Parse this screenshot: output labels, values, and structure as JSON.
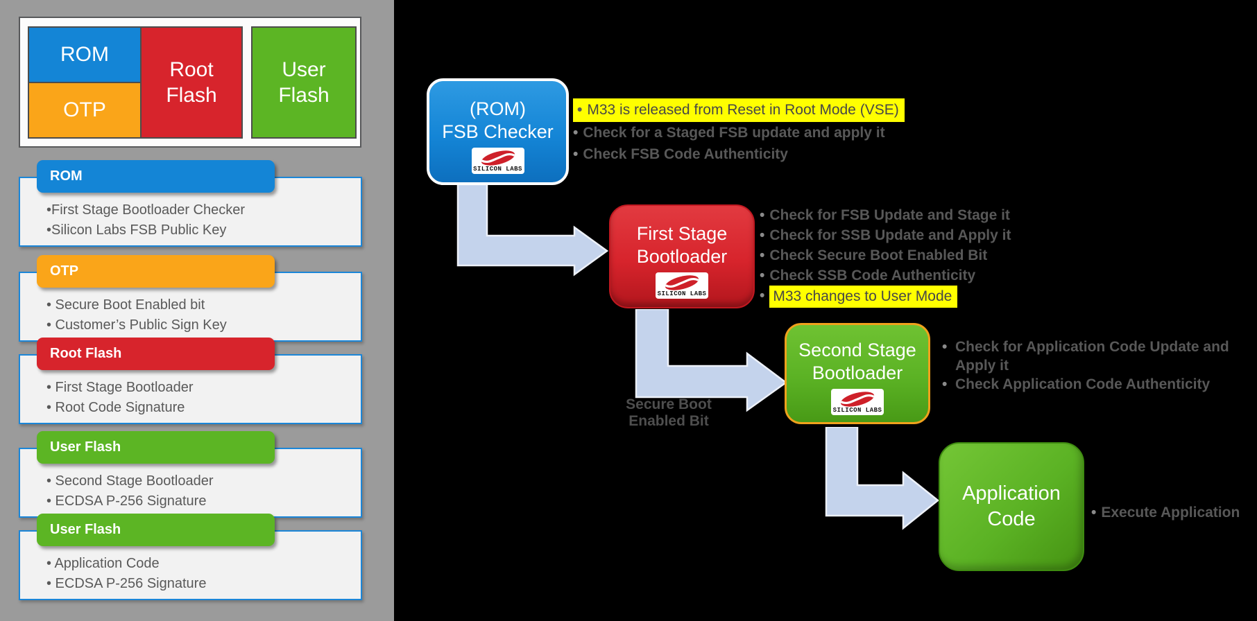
{
  "ui": {
    "bullet_char": "•"
  },
  "colors": {
    "blue": "#1485D6",
    "orange": "#FAA519",
    "red": "#D7242C",
    "green": "#5CB524",
    "second_stage_border": "#F0A11C",
    "arrow_fill": "#C4D3EC",
    "highlight_yellow": "#FFFF00",
    "panel_gray": "#9B9B9B",
    "section_body_bg": "#F2F2F2",
    "section_body_border": "#1B86D8",
    "bullet_text_gray": "#585858",
    "background_right": "#000000"
  },
  "memory_map": {
    "regions": [
      {
        "label": "ROM",
        "color": "#1485D6"
      },
      {
        "label": "OTP",
        "color": "#FAA519"
      },
      {
        "label": "Root Flash",
        "color": "#D7242C"
      },
      {
        "label": "User Flash",
        "color": "#5CB524"
      }
    ]
  },
  "memory_sections": [
    {
      "title": "ROM",
      "color": "#1485D6",
      "items": [
        "•First Stage Bootloader Checker",
        "•Silicon Labs FSB Public Key"
      ]
    },
    {
      "title": "OTP",
      "color": "#FAA519",
      "items": [
        "• Secure Boot Enabled bit",
        "• Customer’s Public Sign Key"
      ]
    },
    {
      "title": "Root Flash",
      "color": "#D7242C",
      "items": [
        "• First Stage Bootloader",
        "• Root Code Signature"
      ]
    },
    {
      "title": "User Flash",
      "color": "#5CB524",
      "items": [
        "• Second Stage Bootloader",
        "• ECDSA P-256 Signature"
      ]
    },
    {
      "title": "User Flash",
      "color": "#5CB524",
      "items": [
        "• Application Code",
        "• ECDSA P-256 Signature"
      ]
    }
  ],
  "flow": {
    "logo_text": "SILICON LABS",
    "fsb_checker": {
      "title_lines": [
        "(ROM)",
        "FSB Checker"
      ],
      "bullets": [
        {
          "text": "M33 is released from Reset in Root Mode (VSE)",
          "highlighted": true
        },
        {
          "text": "Check for a Staged FSB update and apply it",
          "highlighted": false
        },
        {
          "text": "Check FSB Code Authenticity",
          "highlighted": false
        }
      ]
    },
    "first_stage": {
      "title_lines": [
        "First Stage",
        "Bootloader"
      ],
      "bullets": [
        {
          "text": "Check for FSB Update and Stage it",
          "highlighted": false
        },
        {
          "text": "Check for SSB Update and Apply it",
          "highlighted": false
        },
        {
          "text": "Check Secure Boot Enabled Bit",
          "highlighted": false
        },
        {
          "text": "Check SSB Code Authenticity",
          "highlighted": false
        },
        {
          "text": "M33 changes to User Mode",
          "highlighted": true
        }
      ]
    },
    "second_stage": {
      "title_lines": [
        "Second Stage",
        "Bootloader"
      ],
      "bullets": [
        {
          "text": "Check for Application Code Update and Apply it",
          "highlighted": false
        },
        {
          "text": "Check Application Code Authenticity",
          "highlighted": false
        }
      ]
    },
    "application": {
      "title_lines": [
        "Application",
        "Code"
      ],
      "bullets": [
        {
          "text": "Execute Application",
          "highlighted": false
        }
      ]
    },
    "arrow_label": {
      "lines": [
        "Secure Boot",
        "Enabled Bit"
      ]
    }
  }
}
